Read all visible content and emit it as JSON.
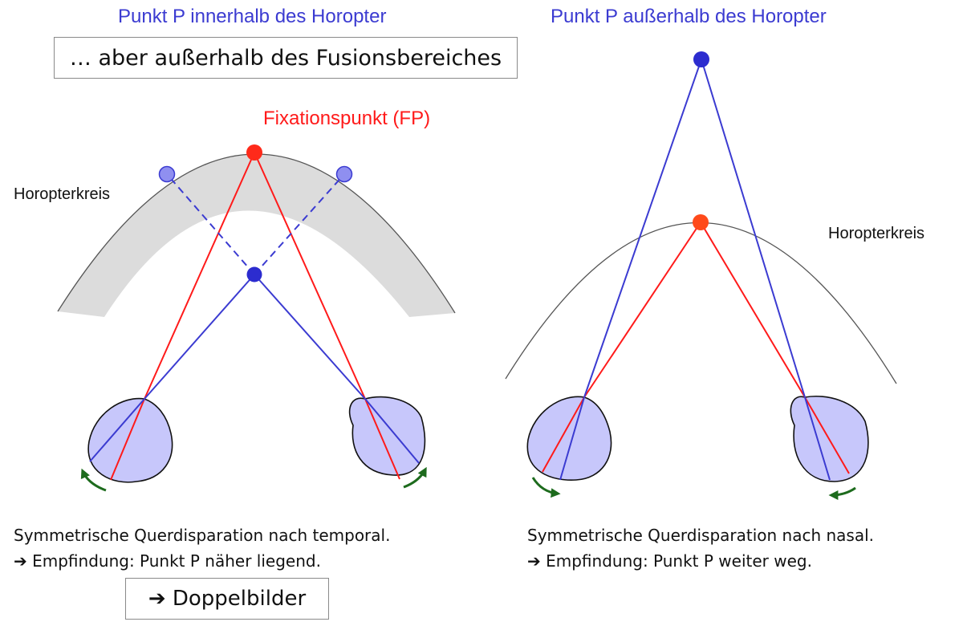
{
  "left_panel": {
    "title": "Punkt P innerhalb des Horopter",
    "box_text": "… aber außerhalb des Fusionsbereiches",
    "fixation_label": "Fixationspunkt (FP)",
    "horopter_label": "Horopterkreis",
    "caption_line1": "Symmetrische Querdisparation nach temporal.",
    "caption_line2": "➔ Empfindung: Punkt P näher liegend.",
    "result_box": "➔ Doppelbilder"
  },
  "right_panel": {
    "title": "Punkt P außerhalb des Horopter",
    "horopter_label": "Horopterkreis",
    "caption_line1": "Symmetrische Querdisparation nach nasal.",
    "caption_line2": "➔ Empfindung: Punkt P weiter weg."
  },
  "colors": {
    "red_line": "#ff1a1a",
    "blue_line": "#3b3bd1",
    "eye_fill": "#c7c7fb",
    "fusion_band": "#dcdcdc",
    "arrow_green": "#1d6b1d",
    "point_blue": "#2c2ccf",
    "point_red": "#ff2a1a",
    "fp_right": "#ff4a1a"
  }
}
